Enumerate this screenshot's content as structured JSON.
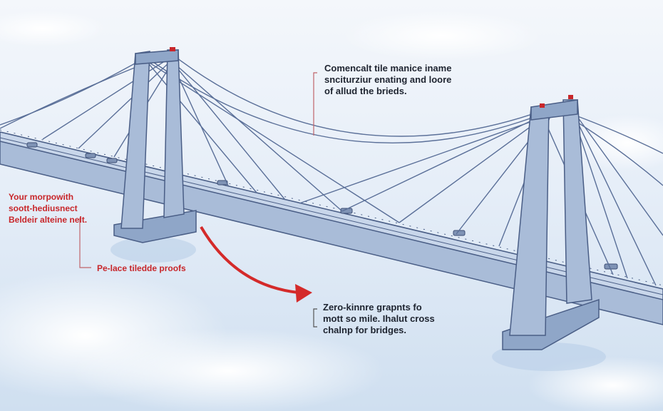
{
  "annotations": {
    "top": {
      "lines": [
        "Comencalt tile manice iname",
        "snciturziur enating and loore",
        "of allud the brieds."
      ]
    },
    "left": {
      "lines": [
        "Your morpowith",
        "soott-hediusnect",
        "Beldeir alteine nelt."
      ]
    },
    "left_callout": {
      "text": "Pe-lace tiledde proofs"
    },
    "bottom": {
      "lines": [
        "Zero-kinnre grapnts fo",
        "mott so mile. Ihalut cross",
        "chalnp for bridges."
      ]
    }
  },
  "colors": {
    "annotation_red": "#c8262a",
    "text_dark": "#1e2430",
    "bridge_blue": "#8fa6c8",
    "outline": "#4a5e86"
  }
}
